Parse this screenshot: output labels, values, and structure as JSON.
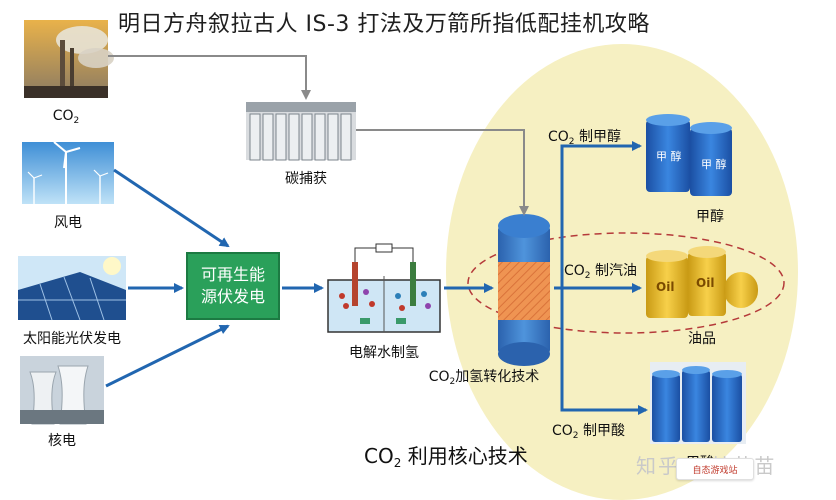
{
  "title": "明日方舟叙拉古人 IS-3 打法及万箭所指低配挂机攻略",
  "sources": {
    "co2": {
      "label": "CO",
      "sub": "2",
      "icon": "factory-smokestack-photo"
    },
    "wind": {
      "label": "风电",
      "icon": "wind-turbine-photo"
    },
    "solar": {
      "label": "太阳能光伏发电",
      "icon": "solar-panel-photo"
    },
    "nuclear": {
      "label": "核电",
      "icon": "nuclear-plant-photo"
    }
  },
  "renewable_box": "可再生能源伏发电",
  "capture": {
    "label": "碳捕获",
    "icon": "carbon-capture-photo"
  },
  "electrolysis": {
    "label": "电解水制氢",
    "icon": "electrolysis-cell"
  },
  "reactor": {
    "label_co": "CO",
    "label_sub": "2",
    "label_rest": "加氢转化技术",
    "icon": "reactor-column"
  },
  "products": [
    {
      "route_co": "CO",
      "route_sub": "2",
      "route_rest": " 制甲醇",
      "name": "甲醇",
      "drum_text": "甲 醇",
      "icon": "methanol-barrel-photo"
    },
    {
      "route_co": "CO",
      "route_sub": "2",
      "route_rest": " 制汽油",
      "name": "油品",
      "drum_text": "Oil",
      "icon": "oil-barrel-photo"
    },
    {
      "route_co": "CO",
      "route_sub": "2",
      "route_rest": " 制甲酸",
      "name": "甲酸",
      "icon": "formic-acid-barrel-photo"
    }
  ],
  "footer": {
    "co": "CO",
    "sub": "2",
    "rest": " 利用核心技术"
  },
  "watermark": {
    "text": "知乎 @林苗苗",
    "badge": "自态游戏站"
  },
  "colors": {
    "arrow_blue": "#2166b0",
    "arrow_gray": "#8a8a8a",
    "green_box": "#2aa05a",
    "halo": "#f6f0c2",
    "dashed_ellipse": "#b53a3a",
    "drum_blue": "#1f5fbf",
    "drum_yellow": "#e8b92a"
  }
}
